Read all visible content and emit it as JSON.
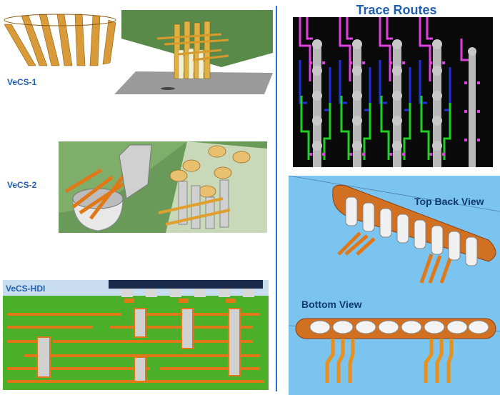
{
  "header": {
    "title": "Trace Routes"
  },
  "left_labels": {
    "vecs1": "VeCS-1",
    "vecs2": "VeCS-2",
    "vecshdi": "VeCS-HDI"
  },
  "views": {
    "top_back": "Top Back View",
    "bottom": "Bottom View"
  },
  "colors": {
    "accent": "#1f5fb0",
    "copper": "#e48a1a",
    "pcb_green": "#4fb02c",
    "trace_magenta": "#e040e0",
    "trace_blue": "#2030e0",
    "trace_green": "#20d020",
    "sky": "#7cc4f0"
  }
}
